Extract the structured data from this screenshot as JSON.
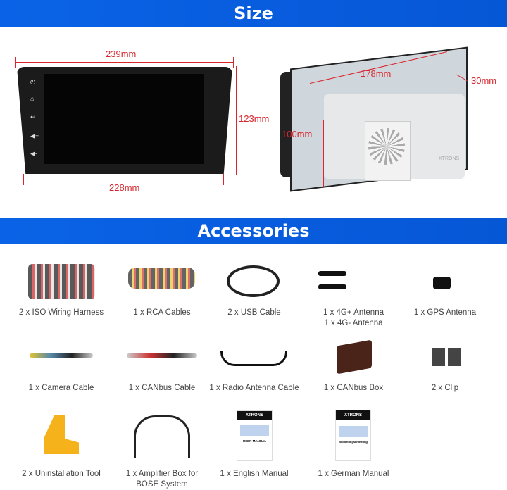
{
  "size_section": {
    "title": "Size",
    "dimensions": {
      "front_width_top": "239mm",
      "front_width_bottom": "228mm",
      "front_height": "123mm",
      "back_width": "178mm",
      "back_depth": "30mm",
      "back_height": "100mm"
    },
    "rear_brand": "XTRONS"
  },
  "accessories_section": {
    "title": "Accessories",
    "items": [
      {
        "label": "2 x ISO Wiring Harness"
      },
      {
        "label": "1 x RCA Cables"
      },
      {
        "label": "2 x USB Cable"
      },
      {
        "label": "1 x 4G+ Antenna",
        "label2": "1 x 4G- Antenna"
      },
      {
        "label": "1 x GPS Antenna"
      },
      {
        "label": "1 x Camera Cable"
      },
      {
        "label": "1 x CANbus Cable"
      },
      {
        "label": "1 x Radio Antenna Cable"
      },
      {
        "label": "1 x CANbus Box"
      },
      {
        "label": "2 x Clip"
      },
      {
        "label": "2 x Uninstallation Tool"
      },
      {
        "label": "1 x Amplifier Box for",
        "label2": "BOSE  System"
      },
      {
        "label": "1 x English Manual"
      },
      {
        "label": "1 x German Manual"
      }
    ],
    "manuals": {
      "brand": "XTRONS",
      "english_title": "USER MANUAL",
      "german_title": "Bedienungsanleitung"
    }
  },
  "colors": {
    "banner": "#0a63e6",
    "dimension": "#d9262c"
  }
}
